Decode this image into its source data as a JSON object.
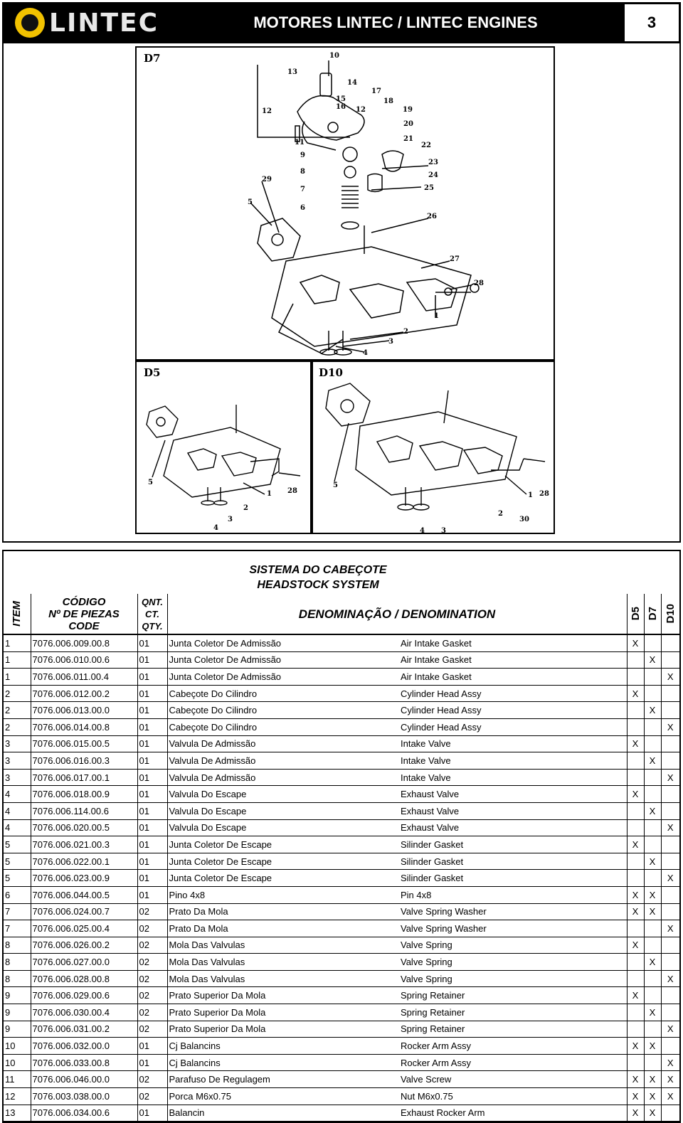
{
  "header": {
    "logo_text": "LINTEC",
    "title": "MOTORES LINTEC / LINTEC ENGINES",
    "page_number": "3"
  },
  "diagrams": {
    "top_label": "D7",
    "bottom_left_label": "D5",
    "bottom_right_label": "D10",
    "d7_callouts": [
      "10",
      "13",
      "14",
      "17",
      "15",
      "16",
      "12",
      "18",
      "12",
      "19",
      "20",
      "11",
      "21",
      "22",
      "9",
      "8",
      "23",
      "24",
      "29",
      "7",
      "25",
      "26",
      "5",
      "6",
      "27",
      "28",
      "1",
      "2",
      "3",
      "4"
    ],
    "d5_callouts": [
      "5",
      "28",
      "1",
      "2",
      "3",
      "4"
    ],
    "d10_callouts": [
      "5",
      "28",
      "1",
      "2",
      "30",
      "4",
      "3"
    ]
  },
  "system": {
    "title_pt": "SISTEMA DO CABEÇOTE",
    "title_en": "HEADSTOCK SYSTEM"
  },
  "table_header": {
    "item": "ITEM",
    "code_line1": "CÓDIGO",
    "code_line2": "Nº DE PIEZAS",
    "code_line3": "CODE",
    "qty_line1": "QNT.",
    "qty_line2": "CT.",
    "qty_line3": "QTY.",
    "denomination": "DENOMINAÇÃO / DENOMINATION",
    "models": [
      "D5",
      "D7",
      "D10"
    ]
  },
  "rows": [
    {
      "item": "1",
      "code": "7076.006.009.00.8",
      "qty": "01",
      "pt": "Junta Coletor De Admissão",
      "en": "Air Intake Gasket",
      "d5": "X",
      "d7": "",
      "d10": ""
    },
    {
      "item": "1",
      "code": "7076.006.010.00.6",
      "qty": "01",
      "pt": "Junta Coletor De Admissão",
      "en": "Air Intake Gasket",
      "d5": "",
      "d7": "X",
      "d10": ""
    },
    {
      "item": "1",
      "code": "7076.006.011.00.4",
      "qty": "01",
      "pt": "Junta Coletor De Admissão",
      "en": "Air Intake Gasket",
      "d5": "",
      "d7": "",
      "d10": "X"
    },
    {
      "item": "2",
      "code": "7076.006.012.00.2",
      "qty": "01",
      "pt": "Cabeçote Do Cilindro",
      "en": "Cylinder  Head  Assy",
      "d5": "X",
      "d7": "",
      "d10": ""
    },
    {
      "item": "2",
      "code": "7076.006.013.00.0",
      "qty": "01",
      "pt": "Cabeçote Do Cilindro",
      "en": "Cylinder  Head  Assy",
      "d5": "",
      "d7": "X",
      "d10": ""
    },
    {
      "item": "2",
      "code": "7076.006.014.00.8",
      "qty": "01",
      "pt": "Cabeçote Do Cilindro",
      "en": "Cylinder  Head  Assy",
      "d5": "",
      "d7": "",
      "d10": "X"
    },
    {
      "item": "3",
      "code": "7076.006.015.00.5",
      "qty": "01",
      "pt": "Valvula De Admissão",
      "en": "Intake Valve",
      "d5": "X",
      "d7": "",
      "d10": ""
    },
    {
      "item": "3",
      "code": "7076.006.016.00.3",
      "qty": "01",
      "pt": "Valvula De Admissão",
      "en": "Intake Valve",
      "d5": "",
      "d7": "X",
      "d10": ""
    },
    {
      "item": "3",
      "code": "7076.006.017.00.1",
      "qty": "01",
      "pt": "Valvula De Admissão",
      "en": "Intake Valve",
      "d5": "",
      "d7": "",
      "d10": "X"
    },
    {
      "item": "4",
      "code": "7076.006.018.00.9",
      "qty": "01",
      "pt": "Valvula Do Escape",
      "en": "Exhaust Valve",
      "d5": "X",
      "d7": "",
      "d10": ""
    },
    {
      "item": "4",
      "code": "7076.006.114.00.6",
      "qty": "01",
      "pt": "Valvula Do Escape",
      "en": "Exhaust Valve",
      "d5": "",
      "d7": "X",
      "d10": ""
    },
    {
      "item": "4",
      "code": "7076.006.020.00.5",
      "qty": "01",
      "pt": "Valvula Do Escape",
      "en": "Exhaust Valve",
      "d5": "",
      "d7": "",
      "d10": "X"
    },
    {
      "item": "5",
      "code": "7076.006.021.00.3",
      "qty": "01",
      "pt": "Junta Coletor De Escape",
      "en": "Silinder Gasket",
      "d5": "X",
      "d7": "",
      "d10": ""
    },
    {
      "item": "5",
      "code": "7076.006.022.00.1",
      "qty": "01",
      "pt": "Junta Coletor De Escape",
      "en": "Silinder Gasket",
      "d5": "",
      "d7": "X",
      "d10": ""
    },
    {
      "item": "5",
      "code": "7076.006.023.00.9",
      "qty": "01",
      "pt": "Junta Coletor De Escape",
      "en": "Silinder Gasket",
      "d5": "",
      "d7": "",
      "d10": "X"
    },
    {
      "item": "6",
      "code": "7076.006.044.00.5",
      "qty": "01",
      "pt": "Pino 4x8",
      "en": "Pin 4x8",
      "d5": "X",
      "d7": "X",
      "d10": ""
    },
    {
      "item": "7",
      "code": "7076.006.024.00.7",
      "qty": "02",
      "pt": "Prato Da Mola",
      "en": "Valve Spring Washer",
      "d5": "X",
      "d7": "X",
      "d10": ""
    },
    {
      "item": "7",
      "code": "7076.006.025.00.4",
      "qty": "02",
      "pt": "Prato Da Mola",
      "en": "Valve Spring Washer",
      "d5": "",
      "d7": "",
      "d10": "X"
    },
    {
      "item": "8",
      "code": "7076.006.026.00.2",
      "qty": "02",
      "pt": "Mola Das Valvulas",
      "en": "Valve Spring",
      "d5": "X",
      "d7": "",
      "d10": ""
    },
    {
      "item": "8",
      "code": "7076.006.027.00.0",
      "qty": "02",
      "pt": "Mola Das Valvulas",
      "en": "Valve Spring",
      "d5": "",
      "d7": "X",
      "d10": ""
    },
    {
      "item": "8",
      "code": "7076.006.028.00.8",
      "qty": "02",
      "pt": "Mola Das Valvulas",
      "en": "Valve Spring",
      "d5": "",
      "d7": "",
      "d10": "X"
    },
    {
      "item": "9",
      "code": "7076.006.029.00.6",
      "qty": "02",
      "pt": "Prato Superior Da Mola",
      "en": "Spring Retainer",
      "d5": "X",
      "d7": "",
      "d10": ""
    },
    {
      "item": "9",
      "code": "7076.006.030.00.4",
      "qty": "02",
      "pt": "Prato Superior Da Mola",
      "en": "Spring Retainer",
      "d5": "",
      "d7": "X",
      "d10": ""
    },
    {
      "item": "9",
      "code": "7076.006.031.00.2",
      "qty": "02",
      "pt": "Prato Superior Da Mola",
      "en": "Spring Retainer",
      "d5": "",
      "d7": "",
      "d10": "X"
    },
    {
      "item": "10",
      "code": "7076.006.032.00.0",
      "qty": "01",
      "pt": "Cj Balancins",
      "en": "Rocker  Arm  Assy",
      "d5": "X",
      "d7": "X",
      "d10": ""
    },
    {
      "item": "10",
      "code": "7076.006.033.00.8",
      "qty": "01",
      "pt": "Cj Balancins",
      "en": "Rocker  Arm  Assy",
      "d5": "",
      "d7": "",
      "d10": "X"
    },
    {
      "item": "11",
      "code": "7076.006.046.00.0",
      "qty": "02",
      "pt": "Parafuso De Regulagem",
      "en": "Valve Screw",
      "d5": "X",
      "d7": "X",
      "d10": "X"
    },
    {
      "item": "12",
      "code": "7076.003.038.00.0",
      "qty": "02",
      "pt": "Porca M6x0.75",
      "en": "Nut M6x0.75",
      "d5": "X",
      "d7": "X",
      "d10": "X"
    },
    {
      "item": "13",
      "code": "7076.006.034.00.6",
      "qty": "01",
      "pt": "Balancin",
      "en": "Exhaust Rocker Arm",
      "d5": "X",
      "d7": "X",
      "d10": ""
    }
  ]
}
